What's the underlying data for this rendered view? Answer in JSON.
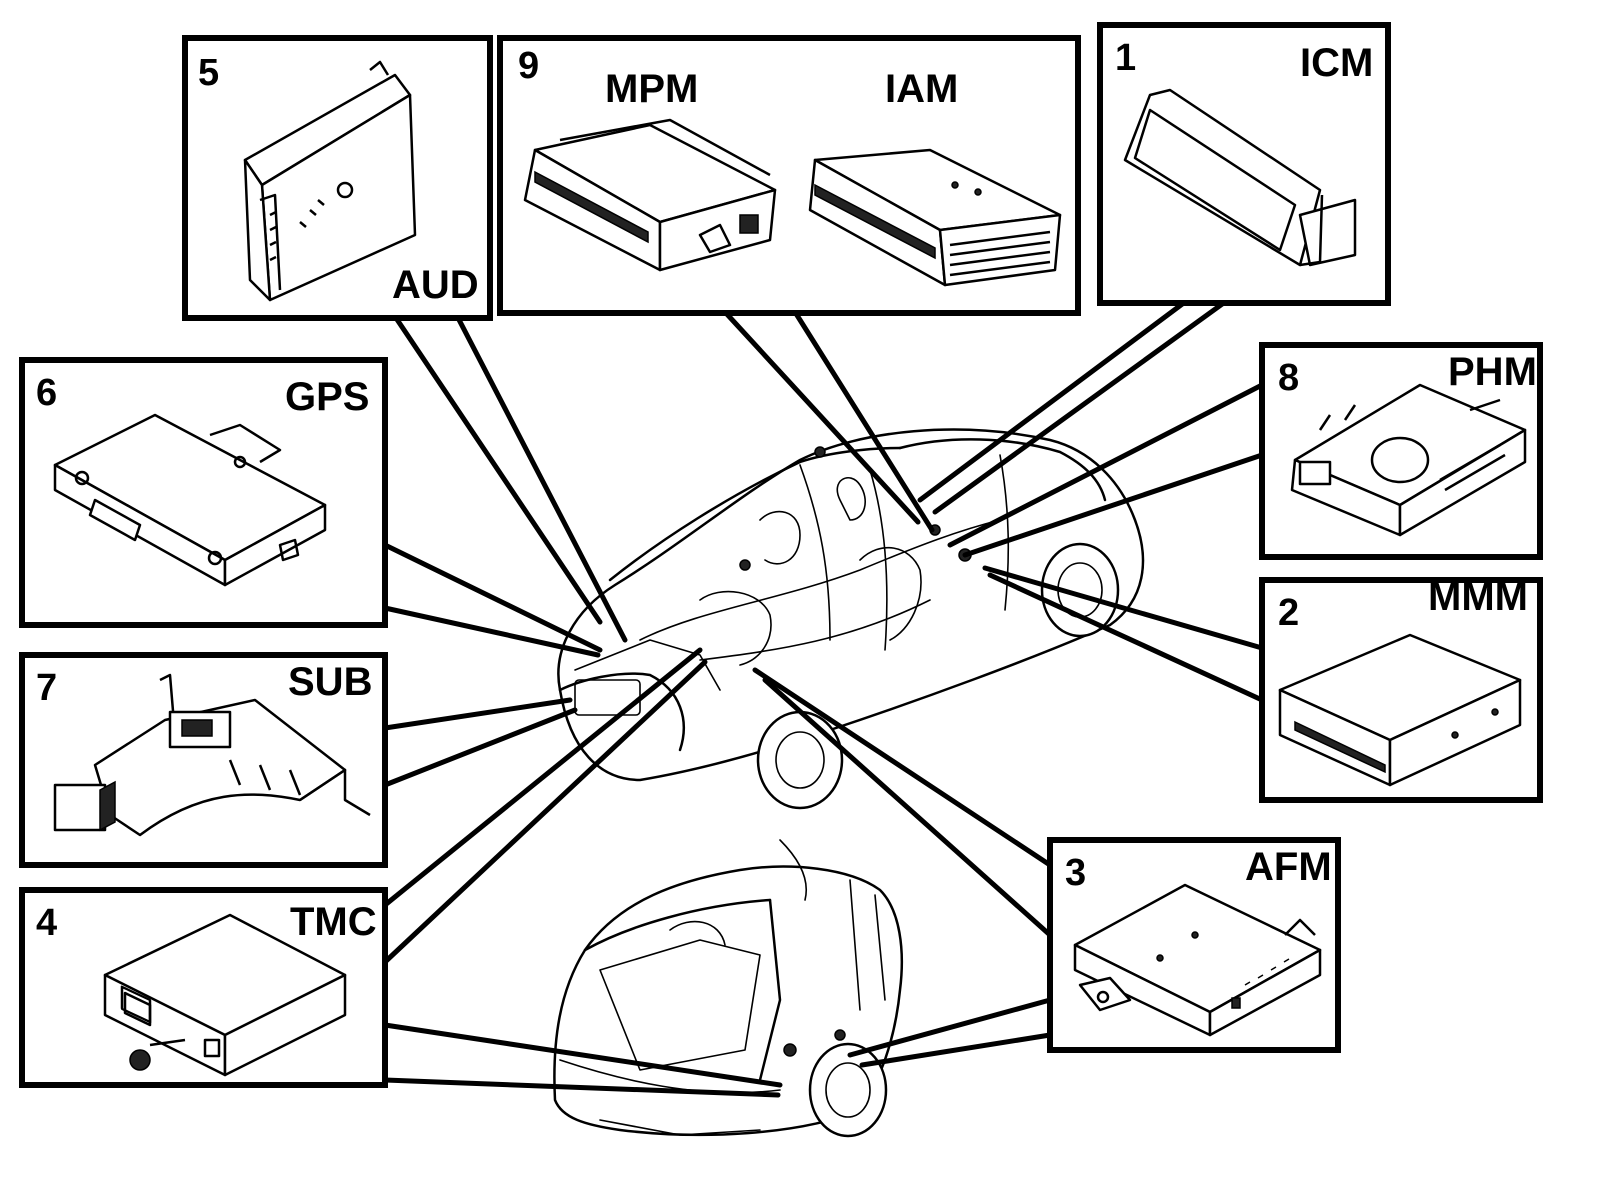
{
  "modules": [
    {
      "id": "5",
      "number": "5",
      "label": "AUD"
    },
    {
      "id": "9",
      "number": "9",
      "labels": [
        "MPM",
        "IAM"
      ]
    },
    {
      "id": "1",
      "number": "1",
      "label": "ICM"
    },
    {
      "id": "8",
      "number": "8",
      "label": "PHM"
    },
    {
      "id": "6",
      "number": "6",
      "label": "GPS"
    },
    {
      "id": "2",
      "number": "2",
      "label": "MMM"
    },
    {
      "id": "7",
      "number": "7",
      "label": "SUB"
    },
    {
      "id": "3",
      "number": "3",
      "label": "AFM"
    },
    {
      "id": "4",
      "number": "4",
      "label": "TMC"
    }
  ],
  "colors": {
    "line": "#000000",
    "background": "#ffffff"
  }
}
